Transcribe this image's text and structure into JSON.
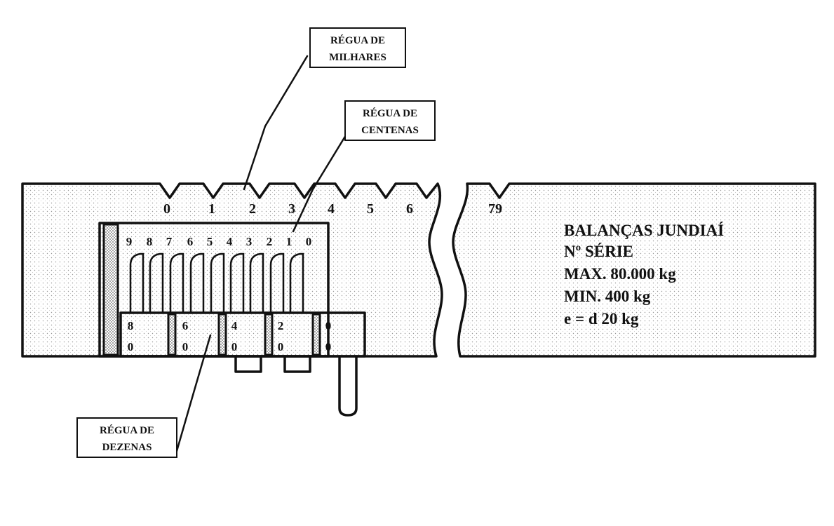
{
  "callouts": {
    "milhares": [
      "RÉGUA DE",
      "MILHARES"
    ],
    "centenas": [
      "RÉGUA DE",
      "CENTENAS"
    ],
    "dezenas": [
      "RÉGUA DE",
      "DEZENAS"
    ]
  },
  "thousands_scale": [
    "0",
    "1",
    "2",
    "3",
    "4",
    "5",
    "6"
  ],
  "thousands_scale_end": "79",
  "hundreds_scale": [
    "9",
    "8",
    "7",
    "6",
    "5",
    "4",
    "3",
    "2",
    "1",
    "0"
  ],
  "tens_top": [
    "8",
    "6",
    "4",
    "2",
    "0"
  ],
  "tens_bottom": [
    "0",
    "0",
    "0",
    "0",
    "0"
  ],
  "nameplate": [
    "BALANÇAS JUNDIAÍ",
    "Nº SÉRIE",
    "MAX. 80.000 kg",
    "MIN. 400 kg",
    "e = d 20 kg"
  ],
  "colors": {
    "ink": "#111111",
    "background": "#ffffff"
  }
}
